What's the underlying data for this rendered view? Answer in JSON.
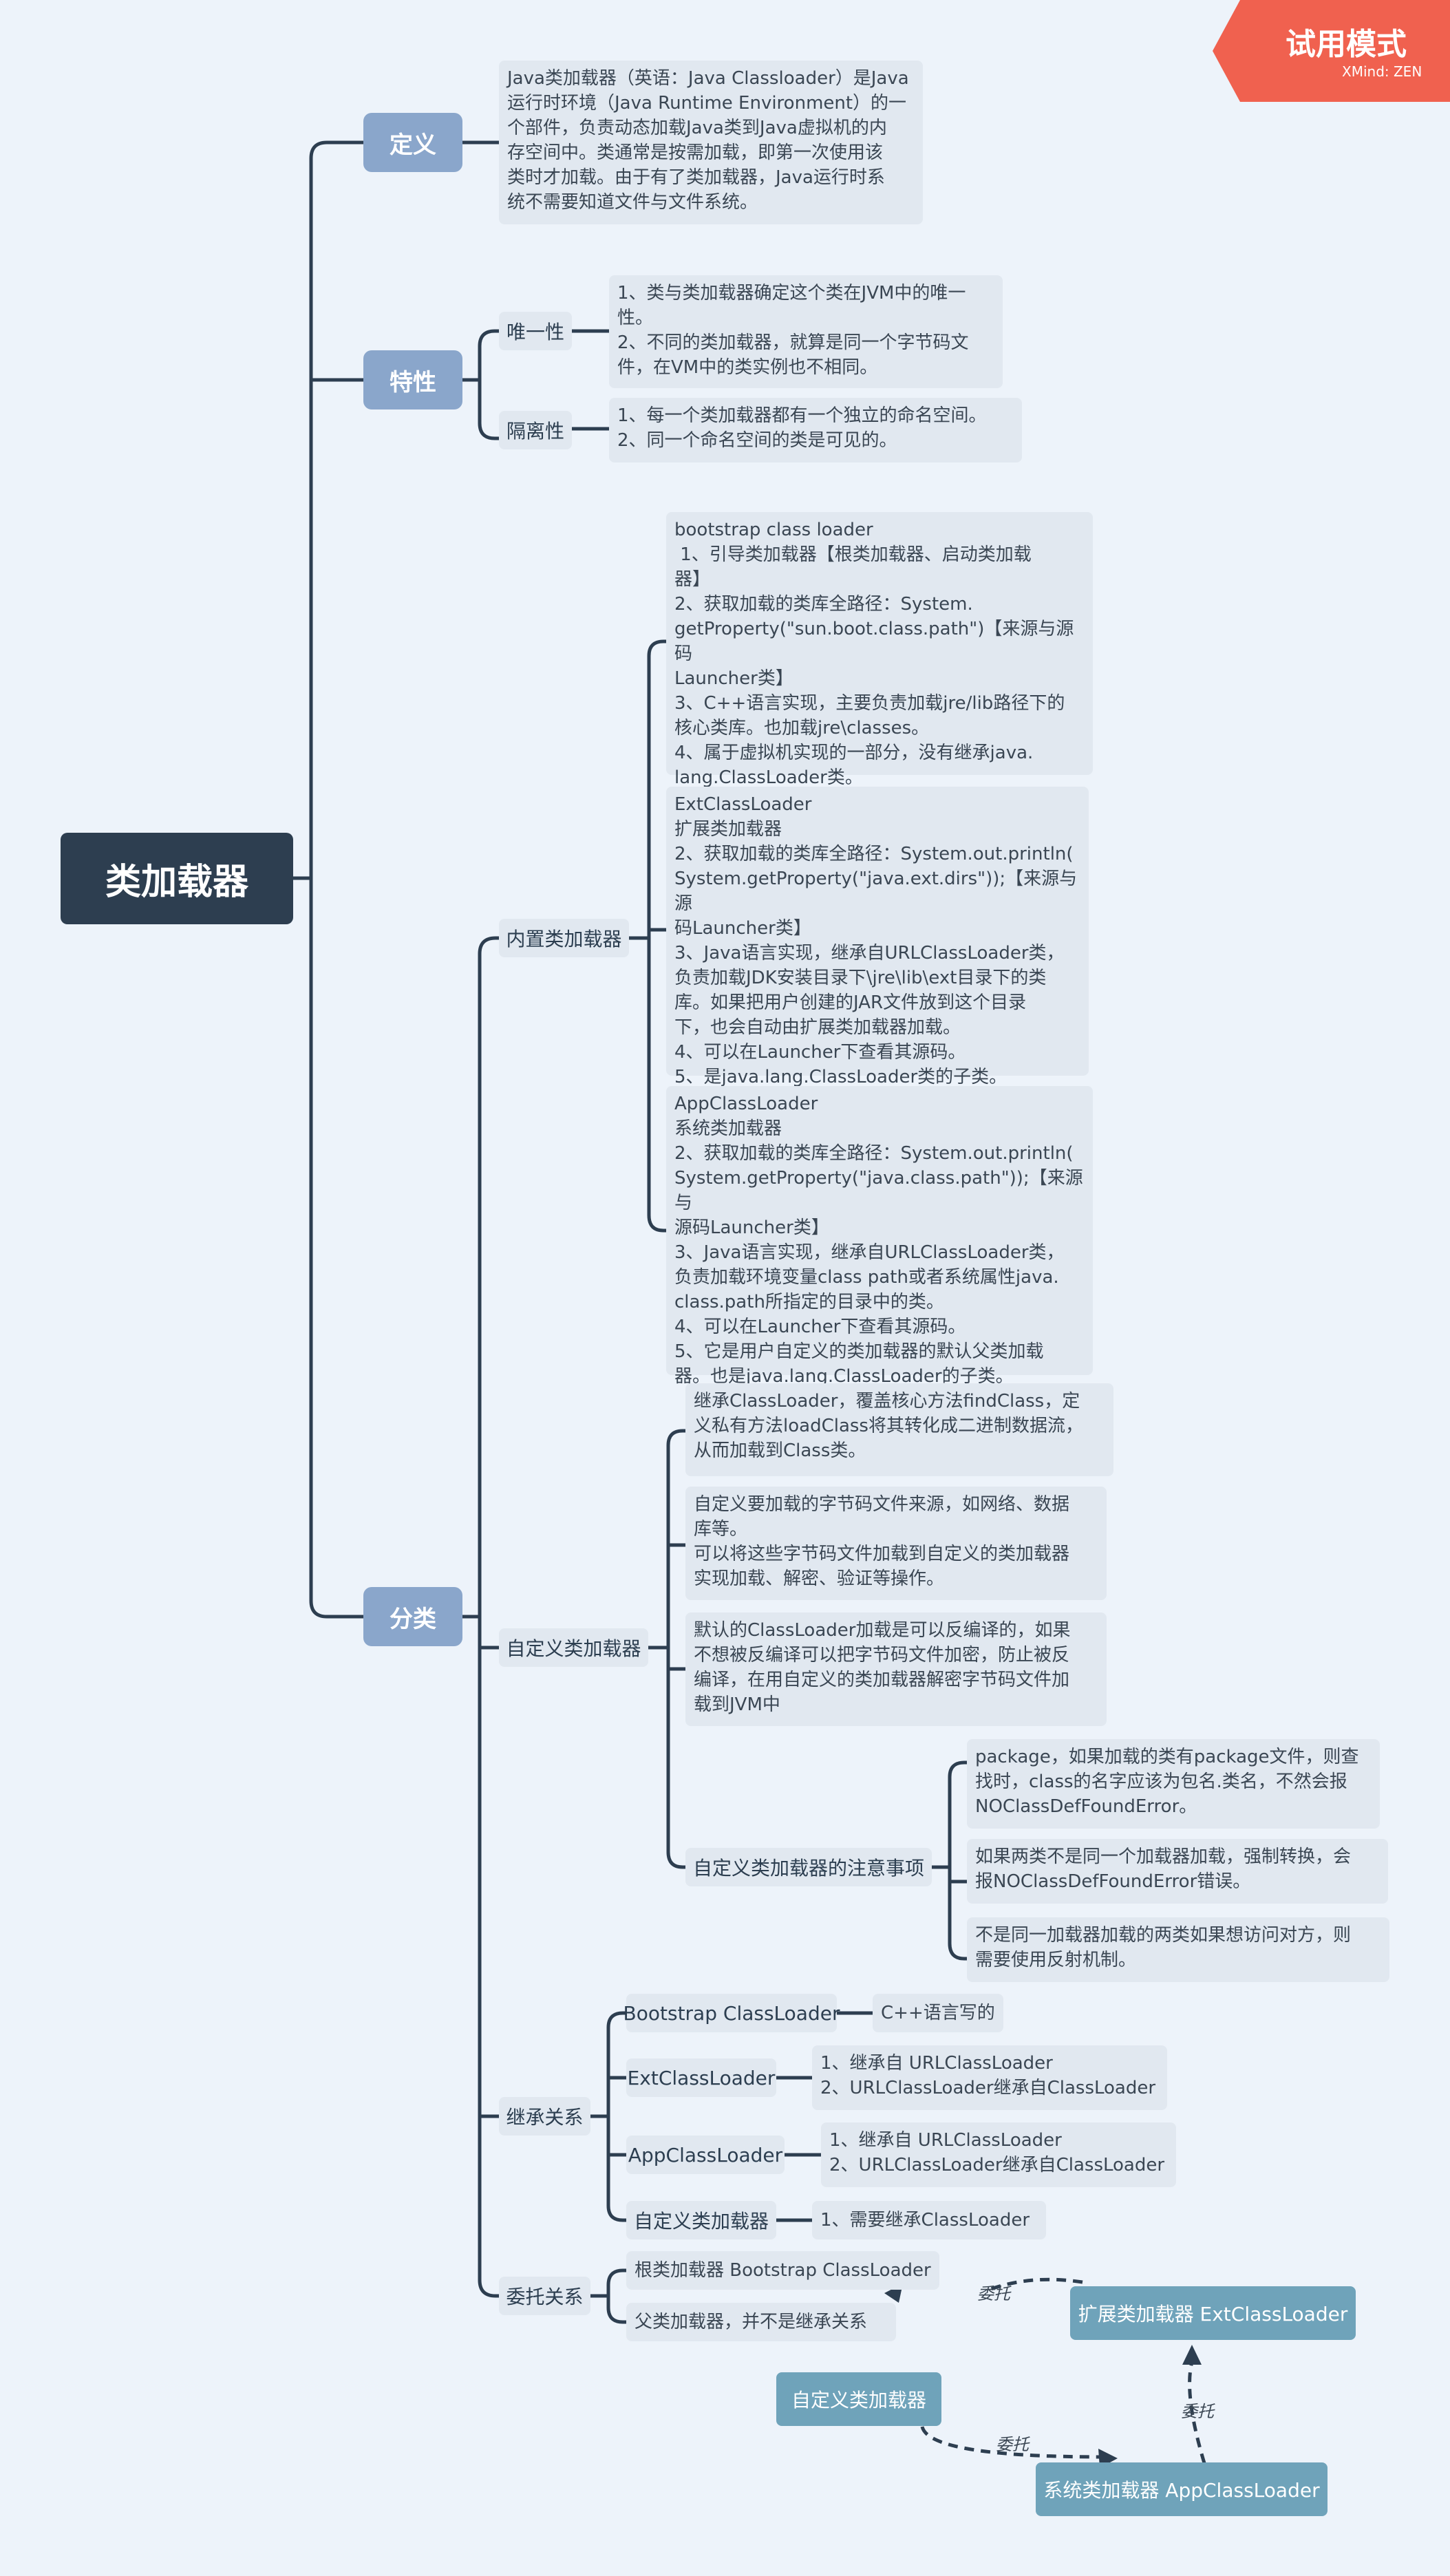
{
  "watermark": {
    "label": "试用模式",
    "brand": "XMind: ZEN",
    "color": "#F0614F"
  },
  "root": {
    "label": "类加载器"
  },
  "definition": {
    "label": "定义",
    "text": "Java类加载器（英语：Java Classloader）是Java\n运行时环境（Java Runtime Environment）的一\n个部件，负责动态加载Java类到Java虚拟机的内\n存空间中。类通常是按需加载，即第一次使用该\n类时才加载。由于有了类加载器，Java运行时系\n统不需要知道文件与文件系统。"
  },
  "features": {
    "label": "特性",
    "uniqueness": {
      "label": "唯一性",
      "text": "1、类与类加载器确定这个类在JVM中的唯一\n性。\n2、不同的类加载器，就算是同一个字节码文\n件，在VM中的类实例也不相同。"
    },
    "isolation": {
      "label": "隔离性",
      "text": "1、每一个类加载器都有一个独立的命名空间。\n2、同一个命名空间的类是可见的。"
    }
  },
  "classification": {
    "label": "分类",
    "builtin": {
      "label": "内置类加载器",
      "bootstrap": "bootstrap class loader\n 1、引导类加载器【根类加载器、启动类加载\n器】\n2、获取加载的类库全路径：System.\ngetProperty(\"sun.boot.class.path\")【来源与源码\nLauncher类】\n3、C++语言实现，主要负责加载jre/lib路径下的\n核心类库。也加载jre\\classes。\n4、属于虚拟机实现的一部分，没有继承java.\nlang.ClassLoader类。",
      "ext": "ExtClassLoader\n扩展类加载器\n2、获取加载的类库全路径：System.out.println(\nSystem.getProperty(\"java.ext.dirs\"));【来源与源\n码Launcher类】\n3、Java语言实现，继承自URLClassLoader类，\n负责加载JDK安装目录下\\jre\\lib\\ext目录下的类\n库。如果把用户创建的JAR文件放到这个目录\n下，也会自动由扩展类加载器加载。\n4、可以在Launcher下查看其源码。\n5、是java.lang.ClassLoader类的子类。",
      "app": "AppClassLoader\n系统类加载器\n2、获取加载的类库全路径：System.out.println(\nSystem.getProperty(\"java.class.path\"));【来源与\n源码Launcher类】\n3、Java语言实现，继承自URLClassLoader类，\n负责加载环境变量class path或者系统属性java.\nclass.path所指定的目录中的类。\n4、可以在Launcher下查看其源码。\n5、它是用户自定义的类加载器的默认父类加载\n器。也是java.lang.ClassLoader的子类。"
    },
    "custom": {
      "label": "自定义类加载器",
      "c1": "继承ClassLoader，覆盖核心方法findClass，定\n义私有方法loadClass将其转化成二进制数据流，\n从而加载到Class类。",
      "c2": "自定义要加载的字节码文件来源，如网络、数据\n库等。\n可以将这些字节码文件加载到自定义的类加载器\n实现加载、解密、验证等操作。",
      "c3": "默认的ClassLoader加载是可以反编译的，如果\n不想被反编译可以把字节码文件加密，防止被反\n编译，在用自定义的类加载器解密字节码文件加\n载到JVM中",
      "notes": {
        "label": "自定义类加载器的注意事项",
        "n1": "package，如果加载的类有package文件，则查\n找时，class的名字应该为包名.类名，不然会报\nNOClassDefFoundError。",
        "n2": "如果两类不是同一个加载器加载，强制转换，会\n报NOClassDefFoundError错误。",
        "n3": "不是同一加载器加载的两类如果想访问对方，则\n需要使用反射机制。"
      }
    },
    "inheritance": {
      "label": "继承关系",
      "bootstrap": {
        "label": "Bootstrap ClassLoader",
        "text": "C++语言写的"
      },
      "ext": {
        "label": "ExtClassLoader",
        "text": "1、继承自 URLClassLoader\n2、URLClassLoader继承自ClassLoader"
      },
      "app": {
        "label": "AppClassLoader",
        "text": "1、继承自 URLClassLoader\n2、URLClassLoader继承自ClassLoader"
      },
      "custom": {
        "label": "自定义类加载器",
        "text": "1、需要继承ClassLoader"
      }
    },
    "delegation": {
      "label": "委托关系",
      "root_loader": "根类加载器 Bootstrap ClassLoader",
      "parent_note": "父类加载器，并不是继承关系",
      "ext_box": "扩展类加载器 ExtClassLoader",
      "custom_box": "自定义类加载器",
      "app_box": "系统类加载器 AppClassLoader",
      "edge_label": "委托"
    }
  }
}
